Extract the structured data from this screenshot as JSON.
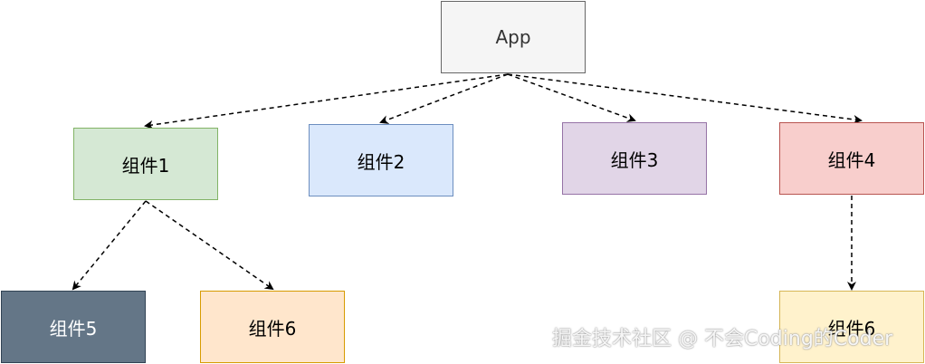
{
  "nodes": [
    {
      "id": "app",
      "label": "App",
      "fill": "#f5f5f5",
      "stroke": "#666666",
      "text_color": "#333333"
    },
    {
      "id": "comp1",
      "label": "组件1",
      "fill": "#d5e8d4",
      "stroke": "#82b366",
      "text_color": "#000000"
    },
    {
      "id": "comp2",
      "label": "组件2",
      "fill": "#dae8fc",
      "stroke": "#6c8ebf",
      "text_color": "#000000"
    },
    {
      "id": "comp3",
      "label": "组件3",
      "fill": "#e1d5e7",
      "stroke": "#9673a6",
      "text_color": "#000000"
    },
    {
      "id": "comp4",
      "label": "组件4",
      "fill": "#f8cecc",
      "stroke": "#b85450",
      "text_color": "#000000"
    },
    {
      "id": "comp5",
      "label": "组件5",
      "fill": "#647687",
      "stroke": "#314354",
      "text_color": "#ffffff"
    },
    {
      "id": "comp6a",
      "label": "组件6",
      "fill": "#ffe6cc",
      "stroke": "#d79b00",
      "text_color": "#000000"
    },
    {
      "id": "comp6b",
      "label": "组件6",
      "fill": "#fff2cc",
      "stroke": "#d6b656",
      "text_color": "#000000"
    }
  ],
  "edges": [
    {
      "from": "app",
      "to": "comp1",
      "style": "dashed"
    },
    {
      "from": "app",
      "to": "comp2",
      "style": "dashed"
    },
    {
      "from": "app",
      "to": "comp3",
      "style": "dashed"
    },
    {
      "from": "app",
      "to": "comp4",
      "style": "dashed"
    },
    {
      "from": "comp1",
      "to": "comp5",
      "style": "dashed"
    },
    {
      "from": "comp1",
      "to": "comp6a",
      "style": "dashed"
    },
    {
      "from": "comp4",
      "to": "comp6b",
      "style": "dashed"
    }
  ],
  "watermark": "掘金技术社区 @ 不会Coding的Coder"
}
